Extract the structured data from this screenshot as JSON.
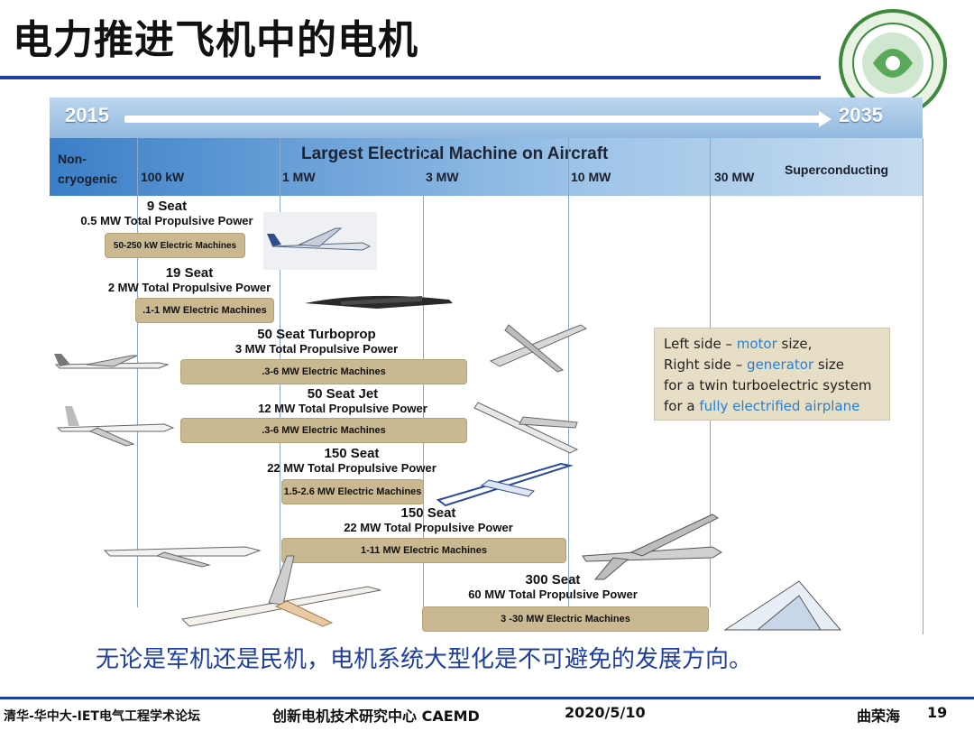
{
  "title": "电力推进飞机中的电机",
  "timeline": {
    "start": "2015",
    "end": "2035"
  },
  "header": {
    "title": "Largest Electrical Machine on Aircraft",
    "left_label_line1": "Non-",
    "left_label_line2": "cryogenic",
    "right_label": "Superconducting",
    "scale": [
      "100 kW",
      "1 MW",
      "3 MW",
      "10 MW",
      "30 MW"
    ]
  },
  "categories": [
    {
      "seat": "9 Seat",
      "power": "0.5 MW Total Propulsive Power",
      "machines": "50-250 kW Electric Machines"
    },
    {
      "seat": "19 Seat",
      "power": "2 MW Total Propulsive Power",
      "machines": ".1-1 MW Electric Machines"
    },
    {
      "seat": "50 Seat Turboprop",
      "power": "3 MW Total Propulsive Power",
      "machines": ".3-6 MW Electric Machines"
    },
    {
      "seat": "50 Seat Jet",
      "power": "12 MW Total Propulsive Power",
      "machines": ".3-6 MW Electric Machines"
    },
    {
      "seat": "150 Seat",
      "power": "22 MW Total Propulsive Power",
      "machines": "1.5-2.6 MW Electric Machines"
    },
    {
      "seat": "150 Seat",
      "power": "22 MW Total Propulsive Power",
      "machines": "1-11 MW Electric Machines"
    },
    {
      "seat": "300 Seat",
      "power": "60 MW Total Propulsive Power",
      "machines": "3 -30 MW Electric Machines"
    }
  ],
  "note": {
    "line1_a": "Left side – ",
    "line1_b": "motor",
    "line1_c": " size,",
    "line2_a": "Right side – ",
    "line2_b": "generator",
    "line2_c": " size",
    "line3": "for a twin turboelectric system",
    "line4_a": "for a ",
    "line4_b": "fully electrified airplane"
  },
  "caption": "无论是军机还是民机，电机系统大型化是不可避免的发展方向。",
  "footer": {
    "forum": "清华-华中大-IET电气工程学术论坛",
    "center": "创新电机技术研究中心 CAEMD",
    "date": "2020/5/10",
    "author": "曲荣海",
    "page": "19"
  },
  "colors": {
    "accent": "#1f3fa0",
    "bar": "#c9b890",
    "note_bg": "#e6dfc6",
    "highlight": "#2a7fd4"
  }
}
